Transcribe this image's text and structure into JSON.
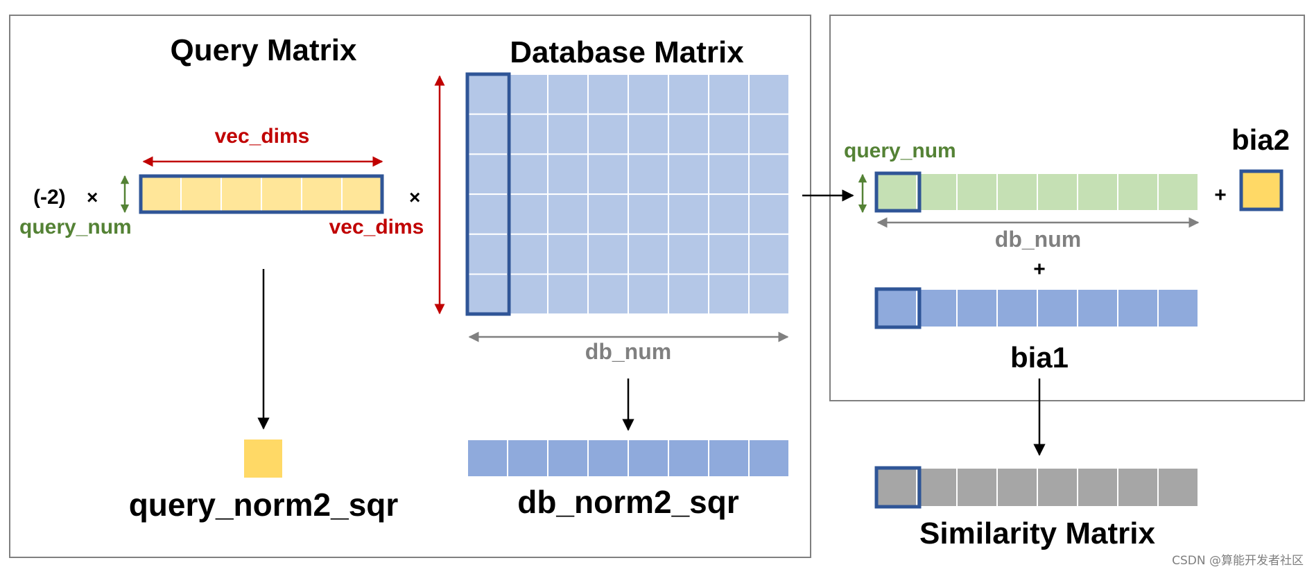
{
  "labels": {
    "query_matrix": "Query Matrix",
    "database_matrix": "Database Matrix",
    "vec_dims_top": "vec_dims",
    "vec_dims_bottom": "vec_dims",
    "minus_two": "(-2)",
    "times_left": "×",
    "times_right": "×",
    "query_num_left": "query_num",
    "query_num_right": "query_num",
    "db_num_left": "db_num",
    "db_num_right": "db_num",
    "query_norm2_sqr": "query_norm2_sqr",
    "db_norm2_sqr": "db_norm2_sqr",
    "bia2": "bia2",
    "bia1": "bia1",
    "plus_right": "+",
    "plus_middle": "+",
    "similarity_matrix": "Similarity Matrix",
    "watermark": "CSDN @算能开发者社区"
  },
  "colors": {
    "query_fill": "#FFE699",
    "query_norm_fill": "#FFD966",
    "db_fill": "#B4C7E7",
    "db_norm_fill": "#8FAADC",
    "green_fill": "#C5E0B4",
    "gray_fill": "#A6A6A6",
    "highlight_border": "#2F5597",
    "red_label": "#C00000",
    "green_label": "#548235",
    "gray_label": "#808080",
    "panel_border": "#7F7F7F"
  }
}
